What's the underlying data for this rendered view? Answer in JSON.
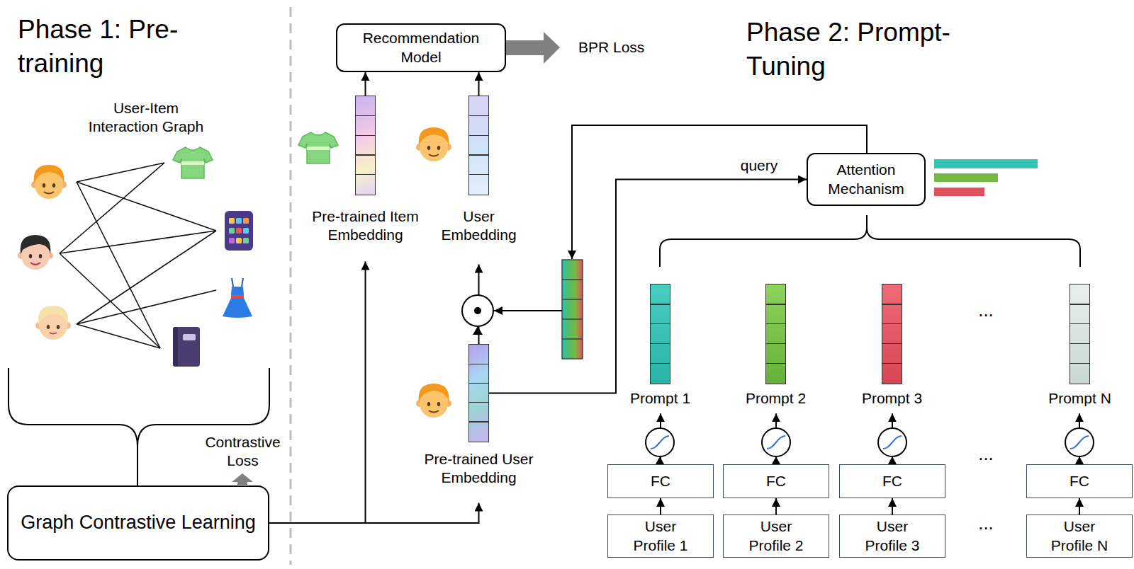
{
  "diagram": {
    "nodes": [
      {
        "text": [
          "Graph Contrastive Learning"
        ]
      },
      {
        "text": [
          "Recommendation Model"
        ]
      },
      {
        "text": [
          "Pre-trained Item Embedding"
        ]
      },
      {
        "text": [
          "User Embedding"
        ]
      },
      {
        "text": [
          "Pre-trained User Embedding"
        ]
      },
      {
        "text": [
          "Attention Mechanism"
        ]
      },
      {
        "text": [
          "Prompt 1"
        ]
      },
      {
        "text": [
          "Prompt 2"
        ]
      },
      {
        "text": [
          "Prompt 3"
        ]
      },
      {
        "text": [
          "Prompt N"
        ]
      },
      {
        "text": [
          "FC"
        ]
      },
      {
        "text": [
          "FC"
        ]
      },
      {
        "text": [
          "FC"
        ]
      },
      {
        "text": [
          "FC"
        ]
      },
      {
        "text": [
          "User Profile 1"
        ]
      },
      {
        "text": [
          "User Profile 2"
        ]
      },
      {
        "text": [
          "User Profile 3"
        ]
      },
      {
        "text": [
          "User Profile N"
        ]
      }
    ],
    "edges": [
      {
        "from": 0,
        "to": 2,
        "arrow": "to"
      },
      {
        "from": 0,
        "to": 4,
        "arrow": "to"
      },
      {
        "from": 2,
        "to": 1,
        "arrow": "to"
      },
      {
        "from": 3,
        "to": 1,
        "arrow": "to"
      },
      {
        "from": 4,
        "to": 3,
        "arrow": "to"
      },
      {
        "from": 4,
        "to": 5,
        "label": "query",
        "arrow": "to"
      },
      {
        "from": 10,
        "to": 6,
        "arrow": "to"
      },
      {
        "from": 11,
        "to": 7,
        "arrow": "to"
      },
      {
        "from": 12,
        "to": 8,
        "arrow": "to"
      },
      {
        "from": 13,
        "to": 9,
        "arrow": "to"
      },
      {
        "from": 14,
        "to": 10,
        "arrow": "to"
      },
      {
        "from": 15,
        "to": 11,
        "arrow": "to"
      },
      {
        "from": 16,
        "to": 12,
        "arrow": "to"
      },
      {
        "from": 17,
        "to": 13,
        "arrow": "to"
      }
    ],
    "labels": [
      "Phase 1: Pre-training",
      "User-Item Interaction Graph",
      "Contrastive Loss",
      "BPR Loss",
      "Phase 2: Prompt-Tuning",
      "...",
      "...",
      "..."
    ]
  }
}
